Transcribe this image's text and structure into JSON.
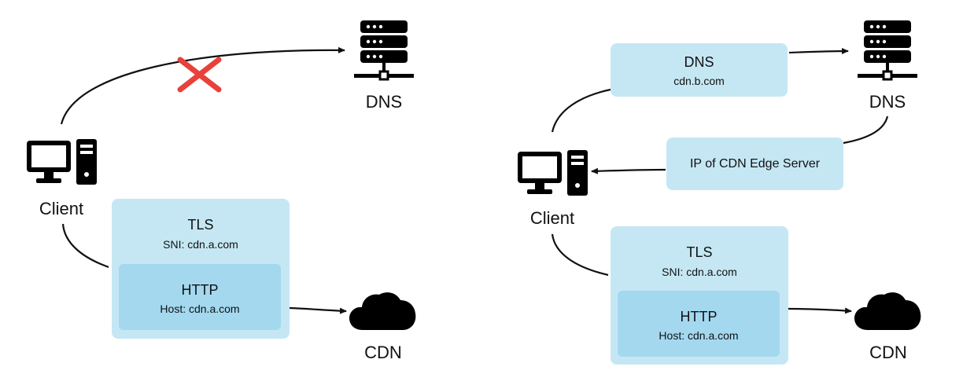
{
  "left": {
    "client_label": "Client",
    "dns_label": "DNS",
    "cdn_label": "CDN",
    "tls": {
      "title": "TLS",
      "sni": "SNI: cdn.a.com"
    },
    "http": {
      "title": "HTTP",
      "host": "Host: cdn.a.com"
    }
  },
  "right": {
    "client_label": "Client",
    "dns_label": "DNS",
    "cdn_label": "CDN",
    "dns_query": {
      "title": "DNS",
      "domain": "cdn.b.com"
    },
    "dns_answer": "IP of CDN Edge Server",
    "tls": {
      "title": "TLS",
      "sni": "SNI: cdn.a.com"
    },
    "http": {
      "title": "HTTP",
      "host": "Host: cdn.a.com"
    }
  },
  "colors": {
    "outer_box": "#c5e7f4",
    "inner_box": "#a3d8ef",
    "blocked_x": "#e8413b",
    "icon": "#000000"
  }
}
